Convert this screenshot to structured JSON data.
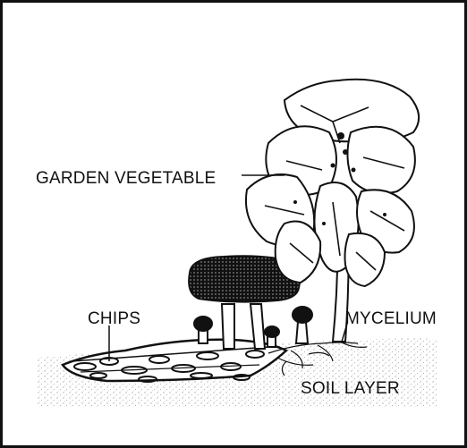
{
  "diagram": {
    "labels": {
      "garden_vegetable": "GARDEN VEGETABLE",
      "chips": "CHIPS",
      "mycelium": "MYCELIUM",
      "soil_layer": "SOIL LAYER"
    },
    "colors": {
      "ink": "#111111",
      "paper": "#ffffff",
      "stipple": "#9a9a9a"
    }
  }
}
